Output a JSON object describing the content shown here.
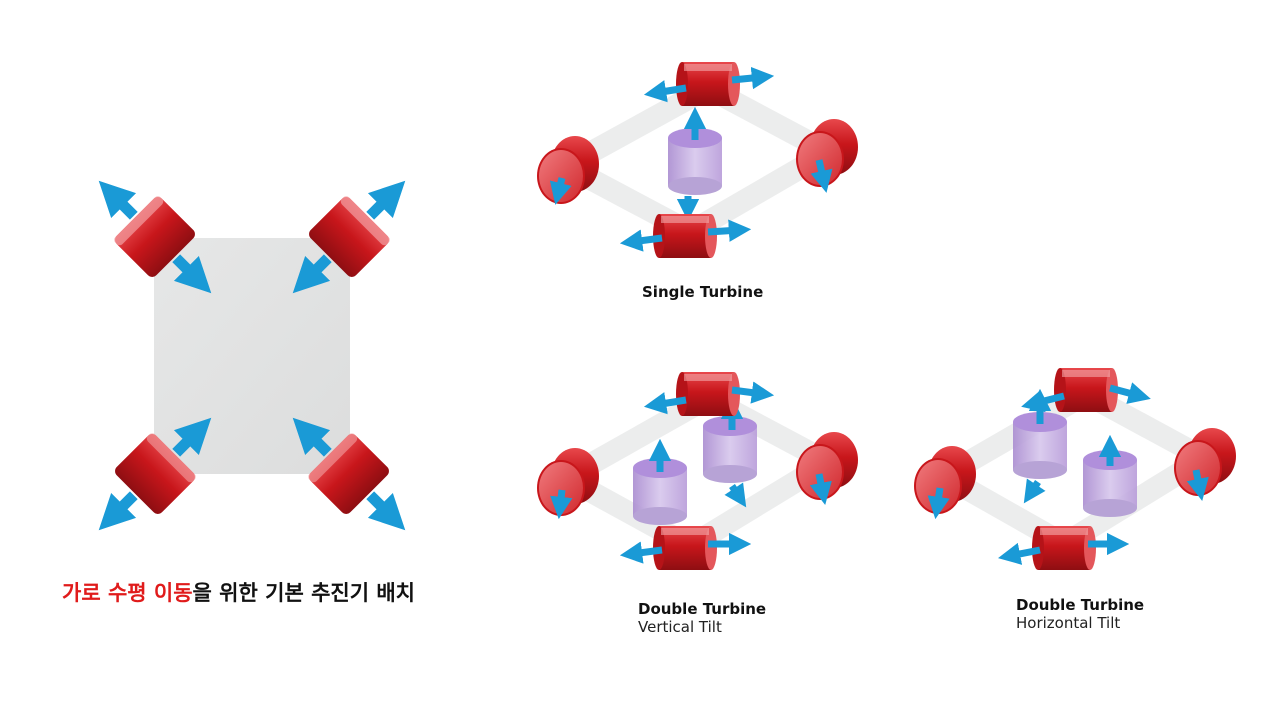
{
  "colors": {
    "thruster_red": "#c8161b",
    "arrow_blue": "#1a9ad6",
    "turbine_purple": "#b79bd9",
    "hull_gray": "#e3e4e4",
    "highlight_text": "#e01b1b"
  },
  "left_diagram": {
    "caption_highlight": "가로 수평 이동",
    "caption_rest": "을 위한 기본 추진기 배치"
  },
  "configs": [
    {
      "title": "Single Turbine",
      "subtitle": ""
    },
    {
      "title": "Double Turbine",
      "subtitle": "Vertical Tilt"
    },
    {
      "title": "Double Turbine",
      "subtitle": "Horizontal Tilt"
    }
  ]
}
